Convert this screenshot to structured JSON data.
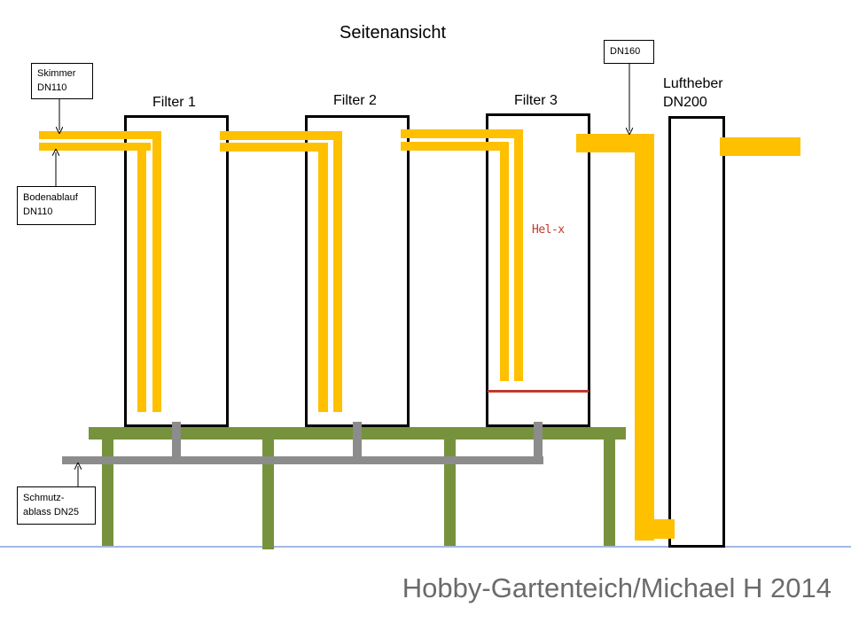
{
  "title": "Seitenansicht",
  "filters": [
    {
      "label": "Filter 1"
    },
    {
      "label": "Filter 2"
    },
    {
      "label": "Filter 3"
    }
  ],
  "airlift": {
    "line1": "Luftheber",
    "line2": "DN200"
  },
  "callouts": {
    "skimmer": {
      "line1": "Skimmer",
      "line2": "DN110"
    },
    "floor_drain": {
      "line1": "Bodenablauf",
      "line2": "DN110"
    },
    "dn160": "DN160",
    "drain": {
      "line1": "Schmutz-",
      "line2": "ablass DN25"
    }
  },
  "media_label": "Hel-x",
  "watermark": "Hobby-Gartenteich/Michael H 2014",
  "colors": {
    "pipe": "#FFC000",
    "frame": "#76923C",
    "drain_pipe": "#8C8C8C",
    "media_line": "#C0392B",
    "ground": "#4472C4",
    "outline": "#000000"
  }
}
